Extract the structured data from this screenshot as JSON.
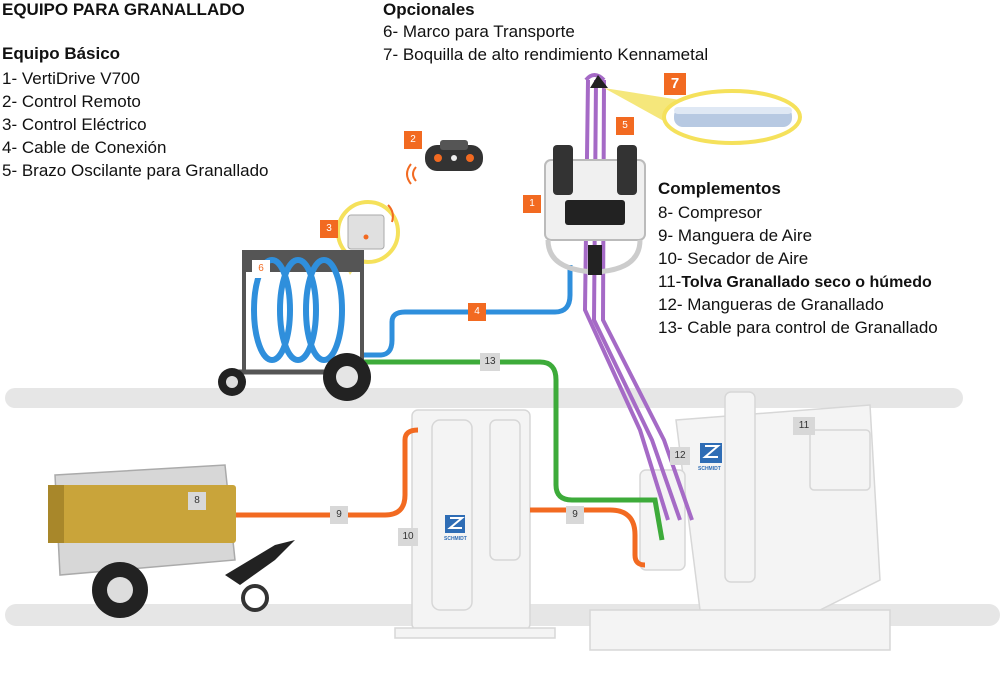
{
  "basic": {
    "heading": "EQUIPO PARA GRANALLADO",
    "subheading": "Equipo Básico",
    "items": [
      "1- VertiDrive V700",
      "2- Control Remoto",
      "3- Control Eléctrico",
      "4- Cable de Conexión",
      "5- Brazo Oscilante para Granallado"
    ]
  },
  "optional": {
    "heading": "Opcionales",
    "items": [
      "6- Marco para Transporte",
      "7- Boquilla de alto rendimiento Kennametal"
    ]
  },
  "complements": {
    "heading": "Complementos",
    "items": [
      "8- Compresor",
      "9- Manguera de Aire",
      "10- Secador de Aire"
    ],
    "item11_prefix": "11-",
    "item11_text": "Tolva Granallado seco o húmedo",
    "items_after": [
      "12- Mangueras de Granallado",
      "13- Cable para control de Granallado"
    ]
  },
  "badges": {
    "b1": "1",
    "b2": "2",
    "b3": "3",
    "b4": "4",
    "b5": "5",
    "b6": "6",
    "b7": "7",
    "b8": "8",
    "b9a": "9",
    "b9b": "9",
    "b10": "10",
    "b11": "11",
    "b12": "12",
    "b13": "13"
  },
  "brand": {
    "logo_text": "SCHMIDT"
  },
  "colors": {
    "orange": "#f26a21",
    "blue": "#2f8fdc",
    "green": "#3dab3a",
    "purple": "#a56ac6",
    "compressor": "#c9a43a",
    "floor": "#e6e6e6"
  }
}
